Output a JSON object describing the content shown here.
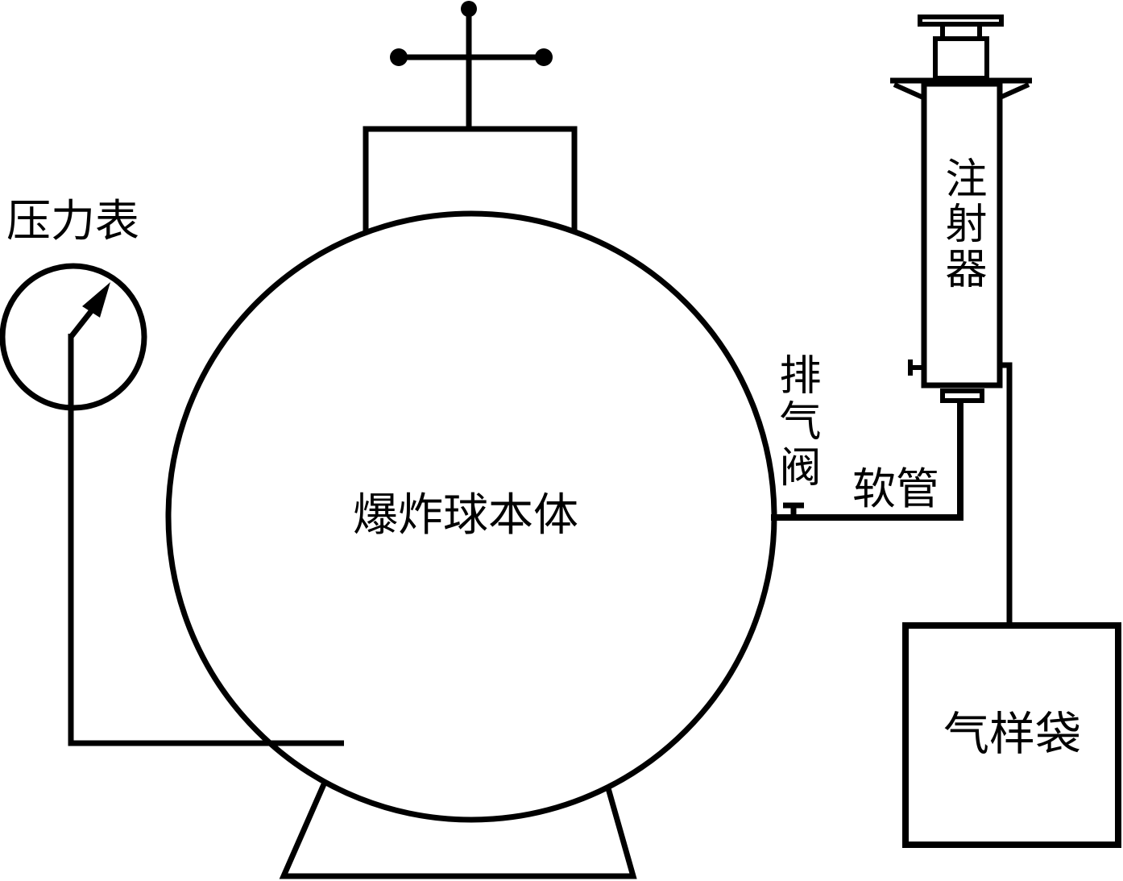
{
  "diagram": {
    "type": "apparatus-schematic",
    "background_color": "#ffffff",
    "line_color": "#000000",
    "labels": {
      "pressure_gauge": "压力表",
      "sphere_body": "爆炸球本体",
      "exhaust_valve": "排气阀",
      "hose": "软管",
      "syringe": "注射器",
      "gas_sample_bag": "气样袋"
    }
  }
}
